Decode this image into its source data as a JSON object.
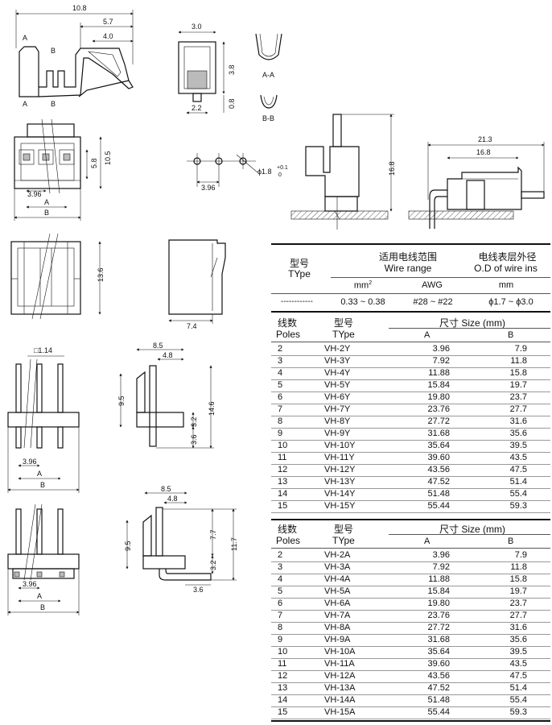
{
  "drawing_labels": {
    "side_length": "10.8",
    "side_5_7": "5.7",
    "side_4_0": "4.0",
    "mark_a": "A",
    "mark_b": "B",
    "end_3_0": "3.0",
    "end_3_8": "3.8",
    "end_0_8": "0.8",
    "end_2_2": "2.2",
    "section_aa": "A-A",
    "section_bb": "B-B",
    "housing_10_5": "10.5",
    "housing_5_8": "5.8",
    "pitch_3_96": "3.96",
    "hole_dia": "ϕ1.8",
    "hole_tol_plus": "+0.1",
    "hole_tol_zero": "0",
    "mount_16_8": "16.8",
    "mount_21_3": "21.3",
    "mount_16_8b": "16.8",
    "socket_13_6": "13.6",
    "socket_7_4": "7.4",
    "pin_1_14": "□1.14",
    "pin_8_5": "8.5",
    "pin_4_8": "4.8",
    "pin_9_5": "9.5",
    "pin_14_6": "14.6",
    "pin_3_2": "3.2",
    "pin_3_6": "3.6",
    "ra_7_7": "7.7",
    "ra_11_7": "11.7"
  },
  "wire_table": {
    "type_cn": "型号",
    "type_en": "TYpe",
    "range_cn": "适用电线范围",
    "range_en": "Wire range",
    "od_cn": "电线表层外径",
    "od_en": "O.D of wire ins",
    "unit_mm2": "mm",
    "unit_mm2_sup": "2",
    "unit_awg": "AWG",
    "unit_mm": "mm",
    "row_type": "------------",
    "row_mm2": "0.33 ~ 0.38",
    "row_awg": "#28 ~ #22",
    "row_od": "ϕ1.7 ~ ϕ3.0"
  },
  "table_y": {
    "poles_cn": "线数",
    "poles_en": "Poles",
    "type_cn": "型号",
    "type_en": "TYpe",
    "size_label": "尺寸 Size (mm)",
    "col_a": "A",
    "col_b": "B",
    "rows": [
      {
        "poles": "2",
        "type": "VH-2Y",
        "a": "3.96",
        "b": "7.9"
      },
      {
        "poles": "3",
        "type": "VH-3Y",
        "a": "7.92",
        "b": "11.8"
      },
      {
        "poles": "4",
        "type": "VH-4Y",
        "a": "11.88",
        "b": "15.8"
      },
      {
        "poles": "5",
        "type": "VH-5Y",
        "a": "15.84",
        "b": "19.7"
      },
      {
        "poles": "6",
        "type": "VH-6Y",
        "a": "19.80",
        "b": "23.7"
      },
      {
        "poles": "7",
        "type": "VH-7Y",
        "a": "23.76",
        "b": "27.7"
      },
      {
        "poles": "8",
        "type": "VH-8Y",
        "a": "27.72",
        "b": "31.6"
      },
      {
        "poles": "9",
        "type": "VH-9Y",
        "a": "31.68",
        "b": "35.6"
      },
      {
        "poles": "10",
        "type": "VH-10Y",
        "a": "35.64",
        "b": "39.5"
      },
      {
        "poles": "11",
        "type": "VH-11Y",
        "a": "39.60",
        "b": "43.5"
      },
      {
        "poles": "12",
        "type": "VH-12Y",
        "a": "43.56",
        "b": "47.5"
      },
      {
        "poles": "13",
        "type": "VH-13Y",
        "a": "47.52",
        "b": "51.4"
      },
      {
        "poles": "14",
        "type": "VH-14Y",
        "a": "51.48",
        "b": "55.4"
      },
      {
        "poles": "15",
        "type": "VH-15Y",
        "a": "55.44",
        "b": "59.3"
      }
    ]
  },
  "table_a": {
    "poles_cn": "线数",
    "poles_en": "Poles",
    "type_cn": "型号",
    "type_en": "TYpe",
    "size_label": "尺寸 Size (mm)",
    "col_a": "A",
    "col_b": "B",
    "rows": [
      {
        "poles": "2",
        "type": "VH-2A",
        "a": "3.96",
        "b": "7.9"
      },
      {
        "poles": "3",
        "type": "VH-3A",
        "a": "7.92",
        "b": "11.8"
      },
      {
        "poles": "4",
        "type": "VH-4A",
        "a": "11.88",
        "b": "15.8"
      },
      {
        "poles": "5",
        "type": "VH-5A",
        "a": "15.84",
        "b": "19.7"
      },
      {
        "poles": "6",
        "type": "VH-6A",
        "a": "19.80",
        "b": "23.7"
      },
      {
        "poles": "7",
        "type": "VH-7A",
        "a": "23.76",
        "b": "27.7"
      },
      {
        "poles": "8",
        "type": "VH-8A",
        "a": "27.72",
        "b": "31.6"
      },
      {
        "poles": "9",
        "type": "VH-9A",
        "a": "31.68",
        "b": "35.6"
      },
      {
        "poles": "10",
        "type": "VH-10A",
        "a": "35.64",
        "b": "39.5"
      },
      {
        "poles": "11",
        "type": "VH-11A",
        "a": "39.60",
        "b": "43.5"
      },
      {
        "poles": "12",
        "type": "VH-12A",
        "a": "43.56",
        "b": "47.5"
      },
      {
        "poles": "13",
        "type": "VH-13A",
        "a": "47.52",
        "b": "51.4"
      },
      {
        "poles": "14",
        "type": "VH-14A",
        "a": "51.48",
        "b": "55.4"
      },
      {
        "poles": "15",
        "type": "VH-15A",
        "a": "55.44",
        "b": "59.3"
      }
    ]
  }
}
